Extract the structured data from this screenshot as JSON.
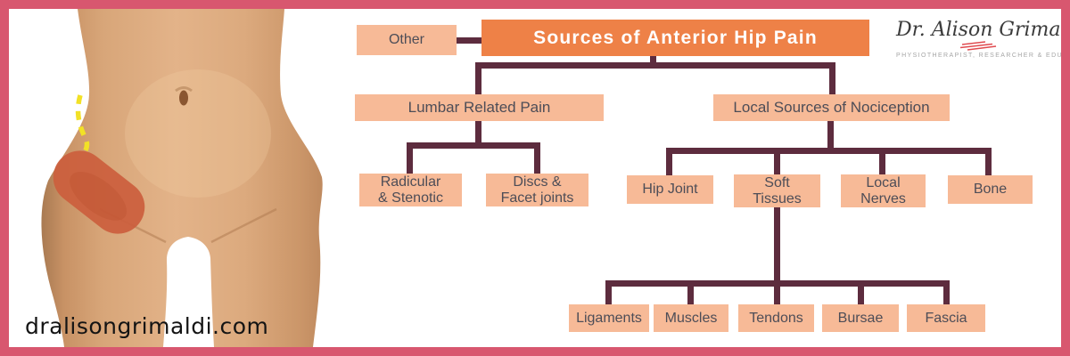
{
  "colors": {
    "frame_pink": "#d8576f",
    "title_orange": "#ee8147",
    "node_peach": "#f7ba97",
    "connector_maroon": "#5d2c3e",
    "node_text": "#4d4d57",
    "highlight_orange": "#cb5f3d",
    "dash_yellow": "#f2e126"
  },
  "watermark": "dralisongrimaldi.com",
  "logo": {
    "name": "Dr. Alison Grimaldi",
    "tagline": "PHYSIOTHERAPIST, RESEARCHER & EDUCATOR"
  },
  "diagram": {
    "title": "Sources of Anterior Hip Pain",
    "other": "Other",
    "lumbar": "Lumbar Related Pain",
    "local": "Local Sources of Nociception",
    "radicular_line1": "Radicular",
    "radicular_line2": "& Stenotic",
    "discs_line1": "Discs &",
    "discs_line2": "Facet joints",
    "hip_joint": "Hip Joint",
    "soft_line1": "Soft",
    "soft_line2": "Tissues",
    "nerves_line1": "Local",
    "nerves_line2": "Nerves",
    "bone": "Bone",
    "ligaments": "Ligaments",
    "muscles": "Muscles",
    "tendons": "Tendons",
    "bursae": "Bursae",
    "fascia": "Fascia"
  }
}
